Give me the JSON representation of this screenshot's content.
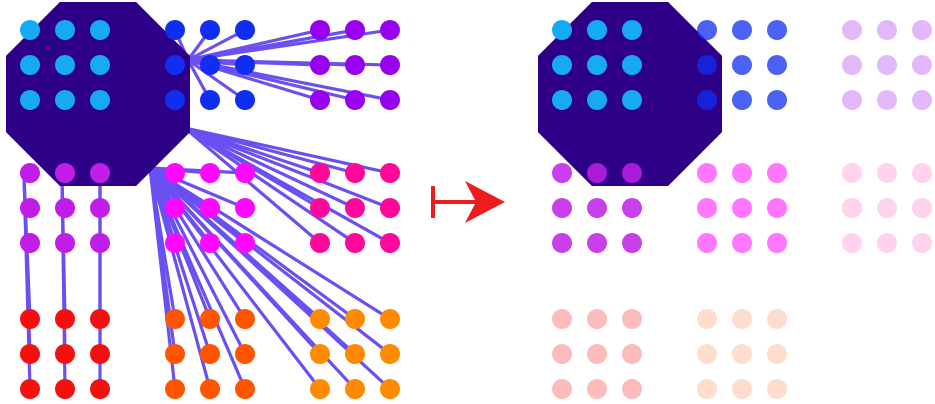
{
  "colors": {
    "octagon": "#2e0088",
    "edge": "#6a50f0",
    "arrow": "#ee1c1c",
    "blocks": [
      [
        "#16aaf5",
        "#0f2ef2",
        "#9800f0"
      ],
      [
        "#c01ee8",
        "#ff08ff",
        "#ff0899"
      ],
      [
        "#f51010",
        "#ff5500",
        "#ff8a00"
      ]
    ]
  },
  "right_panel_opacity": [
    [
      1,
      0.75,
      0.28
    ],
    [
      0.85,
      0.55,
      0.18
    ],
    [
      0.28,
      0.2,
      0
    ]
  ]
}
